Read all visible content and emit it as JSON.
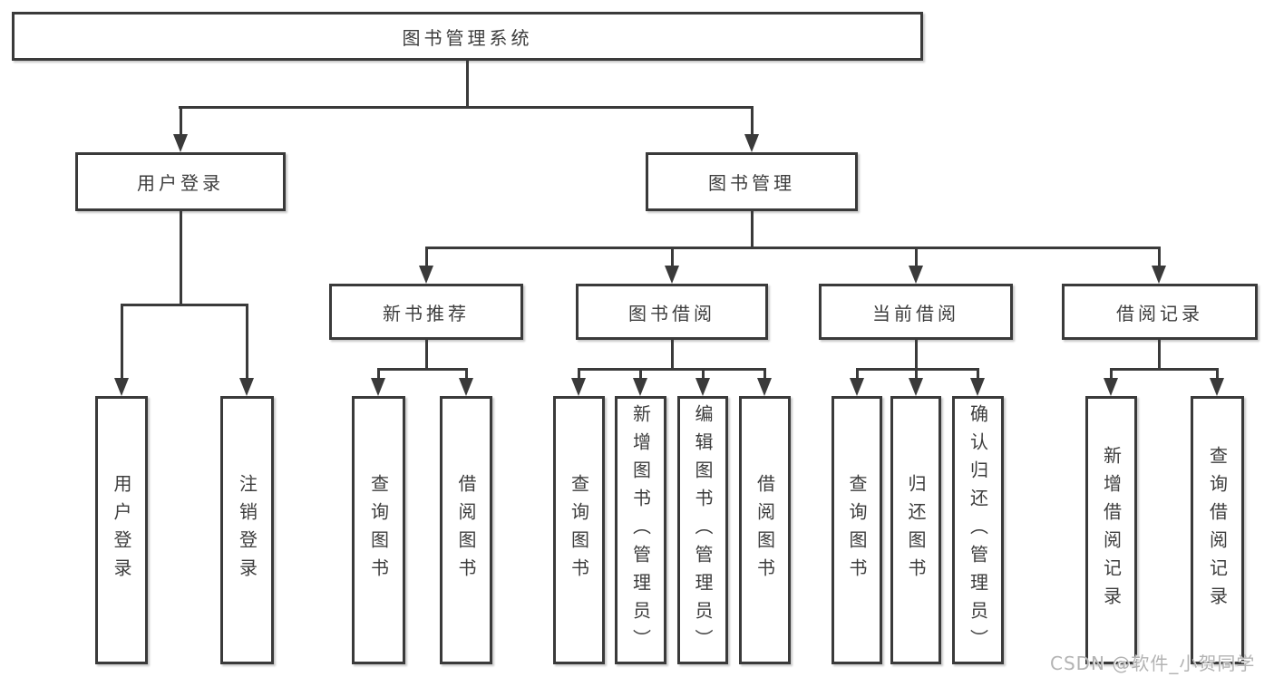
{
  "page": {
    "background": "#ffffff",
    "line_color": "#3a3a3a",
    "text_color": "#3d3d3d",
    "watermark_color": "#b3b3b3"
  },
  "watermark": {
    "text": "CSDN @软件_小贺同学"
  },
  "tree": {
    "root": {
      "label": "图书管理系统"
    },
    "branches": [
      {
        "label": "用户登录",
        "children": [
          {
            "label": "用户登录"
          },
          {
            "label": "注销登录"
          }
        ]
      },
      {
        "label": "图书管理",
        "children": [
          {
            "label": "新书推荐",
            "children": [
              {
                "label": "查询图书"
              },
              {
                "label": "借阅图书"
              }
            ]
          },
          {
            "label": "图书借阅",
            "children": [
              {
                "label": "查询图书"
              },
              {
                "label": "新增图书（管理员）"
              },
              {
                "label": "编辑图书（管理员）"
              },
              {
                "label": "借阅图书"
              }
            ]
          },
          {
            "label": "当前借阅",
            "children": [
              {
                "label": "查询图书"
              },
              {
                "label": "归还图书"
              },
              {
                "label": "确认归还（管理员）"
              }
            ]
          },
          {
            "label": "借阅记录",
            "children": [
              {
                "label": "新增借阅记录"
              },
              {
                "label": "查询借阅记录"
              }
            ]
          }
        ]
      }
    ]
  }
}
